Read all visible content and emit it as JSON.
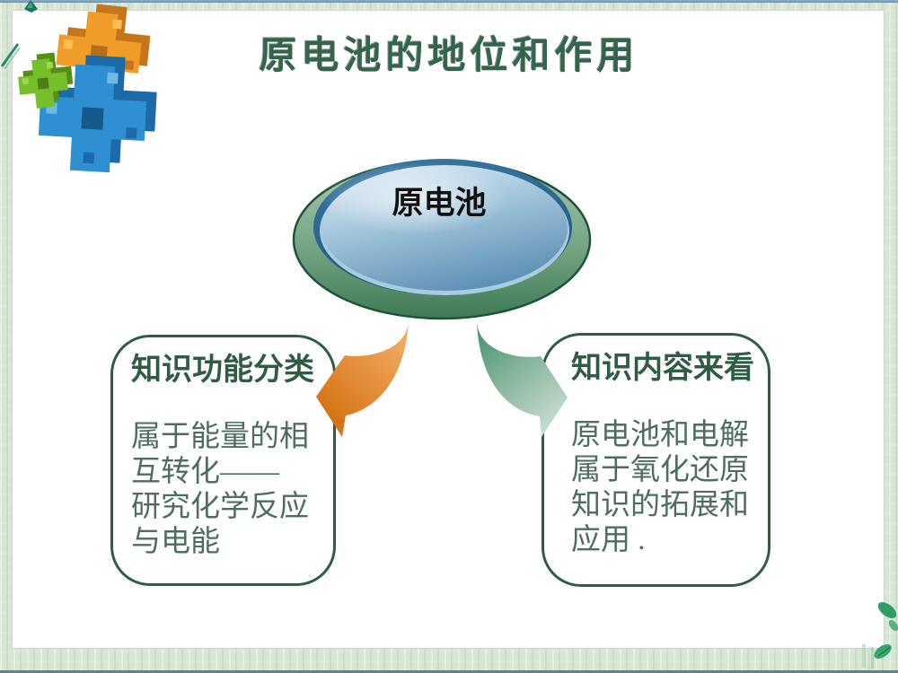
{
  "slide": {
    "title": "原电池的地位和作用",
    "center_node": {
      "label": "原电池"
    },
    "left_box": {
      "heading": "知识功能分类",
      "body_lines": [
        "属于能量的相",
        "互转化——",
        "研究化学反应",
        "与电能"
      ]
    },
    "right_box": {
      "heading": "知识内容来看",
      "body_lines": [
        "原电池和电解",
        "属于氧化还原",
        "知识的拓展和",
        "应用 ."
      ]
    },
    "icons": {
      "logo": "puzzle-cubes-3d-logo",
      "left_arrow": "curved-arrow-orange",
      "right_arrow": "curved-arrow-green",
      "corner_decor": "leaf-sprigs"
    },
    "colors": {
      "title_text": "#34654A",
      "box_border": "#2F5C42",
      "heading_text": "#2F5C42",
      "body_text": "#4E6E5D",
      "node_label_text": "#101010",
      "ellipse_rim_green": "#5E9A74",
      "ellipse_disc_blue": "#4F86AD",
      "arrow_orange": "#DE8125",
      "arrow_green": "#6FA98A",
      "frame_green": "#D7E5D5",
      "top_line_blue": "#7496B2",
      "logo_orange": "#F09C28",
      "logo_green": "#76BE2A",
      "logo_blue": "#2E8FD2"
    }
  }
}
